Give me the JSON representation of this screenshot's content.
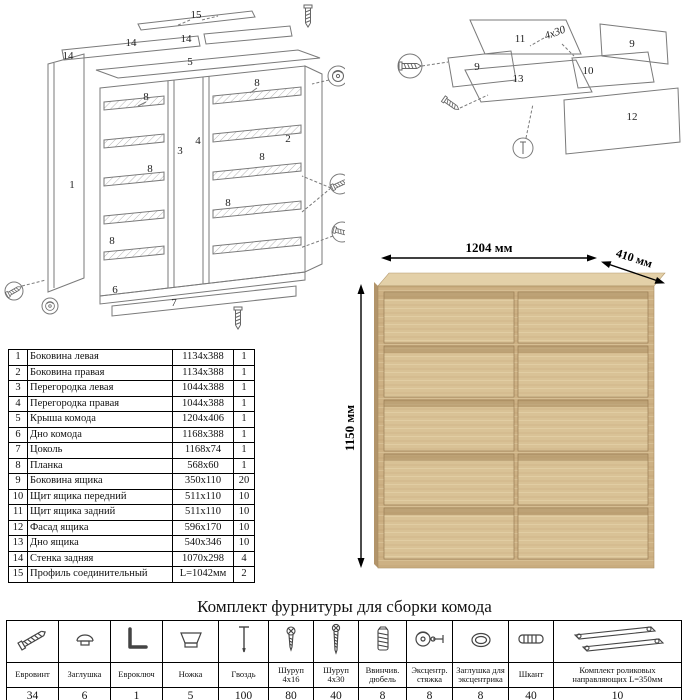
{
  "title": "Комплект фурнитуры для сборки комода",
  "dims": {
    "width": "1204 мм",
    "depth": "410 мм",
    "height": "1150 мм"
  },
  "cabinet": {
    "n1": "1",
    "n2": "2",
    "n3": "3",
    "n4": "4",
    "n5": "5",
    "n6": "6",
    "n7": "7",
    "n8": "8",
    "n14": "14",
    "n15": "15"
  },
  "drawer": {
    "n9": "9",
    "n10": "10",
    "n11": "11",
    "n12": "12",
    "n13": "13",
    "screw_label": "4x30"
  },
  "parts": {
    "rows": [
      {
        "num": "1",
        "name": "Боковина левая",
        "size": "1134x388",
        "qty": "1"
      },
      {
        "num": "2",
        "name": "Боковина правая",
        "size": "1134x388",
        "qty": "1"
      },
      {
        "num": "3",
        "name": "Перегородка левая",
        "size": "1044x388",
        "qty": "1"
      },
      {
        "num": "4",
        "name": "Перегородка правая",
        "size": "1044x388",
        "qty": "1"
      },
      {
        "num": "5",
        "name": "Крыша комода",
        "size": "1204x406",
        "qty": "1"
      },
      {
        "num": "6",
        "name": "Дно комода",
        "size": "1168x388",
        "qty": "1"
      },
      {
        "num": "7",
        "name": "Цоколь",
        "size": "1168x74",
        "qty": "1"
      },
      {
        "num": "8",
        "name": "Планка",
        "size": "568x60",
        "qty": "1"
      },
      {
        "num": "9",
        "name": "Боковина ящика",
        "size": "350x110",
        "qty": "20"
      },
      {
        "num": "10",
        "name": "Щит ящика передний",
        "size": "511x110",
        "qty": "10"
      },
      {
        "num": "11",
        "name": "Щит ящика задний",
        "size": "511x110",
        "qty": "10"
      },
      {
        "num": "12",
        "name": "Фасад ящика",
        "size": "596x170",
        "qty": "10"
      },
      {
        "num": "13",
        "name": "Дно ящика",
        "size": "540x346",
        "qty": "10"
      },
      {
        "num": "14",
        "name": "Стенка задняя",
        "size": "1070x298",
        "qty": "4"
      },
      {
        "num": "15",
        "name": "Профиль соединительный",
        "size": "L=1042мм",
        "qty": "2"
      }
    ]
  },
  "hardware": {
    "items": [
      {
        "name": "Евровинт",
        "qty": "34",
        "icon": "confirmat-screw"
      },
      {
        "name": "Заглушка",
        "qty": "6",
        "icon": "plug-cap"
      },
      {
        "name": "Евроключ",
        "qty": "1",
        "icon": "hex-key"
      },
      {
        "name": "Ножка",
        "qty": "5",
        "icon": "leg"
      },
      {
        "name": "Гвоздь",
        "qty": "100",
        "icon": "nail"
      },
      {
        "name": "Шуруп 4x16",
        "qty": "80",
        "icon": "screw-short"
      },
      {
        "name": "Шуруп 4x30",
        "qty": "40",
        "icon": "screw-long"
      },
      {
        "name": "Ввинчив. дюбель",
        "qty": "8",
        "icon": "threaded-dowel"
      },
      {
        "name": "Эксцентр. стяжка",
        "qty": "8",
        "icon": "cam-lock"
      },
      {
        "name": "Заглушка для эксцентрика",
        "qty": "8",
        "icon": "cam-cover"
      },
      {
        "name": "Шкант",
        "qty": "40",
        "icon": "wood-dowel"
      },
      {
        "name": "Комплект роликовых направляющих L=350мм",
        "qty": "10",
        "icon": "roller-guides"
      }
    ]
  }
}
